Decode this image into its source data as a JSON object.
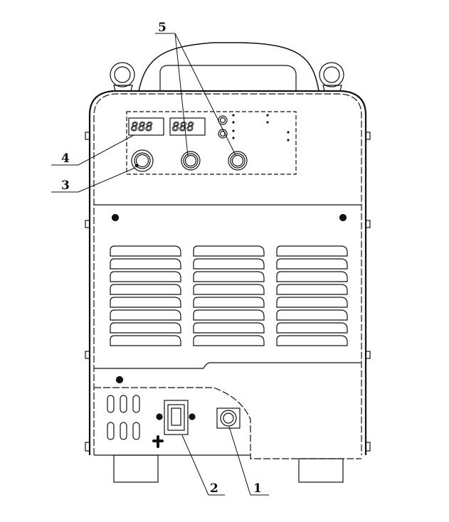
{
  "diagram": {
    "subject": "Welding machine front view",
    "callouts": [
      {
        "id": "1",
        "label": "1"
      },
      {
        "id": "2",
        "label": "2"
      },
      {
        "id": "3",
        "label": "3"
      },
      {
        "id": "4",
        "label": "4"
      },
      {
        "id": "5",
        "label": "5"
      }
    ],
    "displays": [
      {
        "name": "left-display",
        "text": "888"
      },
      {
        "name": "right-display",
        "text": "888"
      }
    ],
    "colors": {
      "line": "#111111",
      "background": "#ffffff"
    }
  }
}
